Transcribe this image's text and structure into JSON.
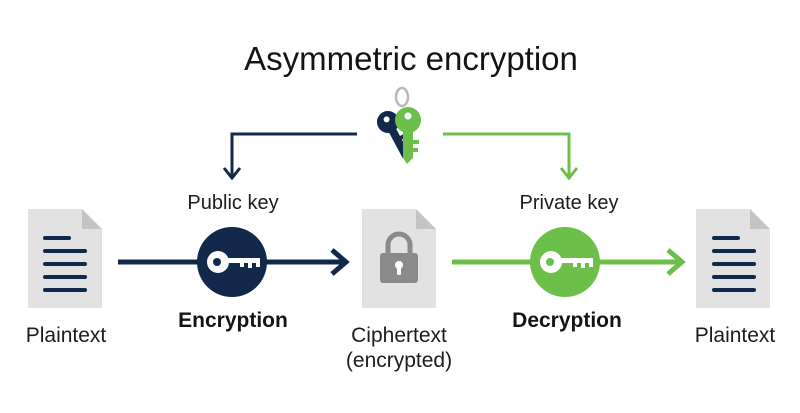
{
  "title": "Asymmetric encryption",
  "keys": {
    "public_label": "Public key",
    "private_label": "Private key"
  },
  "documents": {
    "left_label": "Plaintext",
    "middle_label_line1": "Ciphertext",
    "middle_label_line2": "(encrypted)",
    "right_label": "Plaintext"
  },
  "operations": {
    "encrypt_label": "Encryption",
    "decrypt_label": "Decryption"
  },
  "colors": {
    "navy": "#13294b",
    "green": "#6cc04a",
    "doc_gray": "#e2e2e2",
    "doc_fold": "#c4c4c4",
    "lock_gray": "#8a8a8a"
  },
  "icons": {
    "key_pair": "key-pair-icon",
    "lock": "padlock-icon",
    "key": "key-icon",
    "document": "document-icon"
  }
}
